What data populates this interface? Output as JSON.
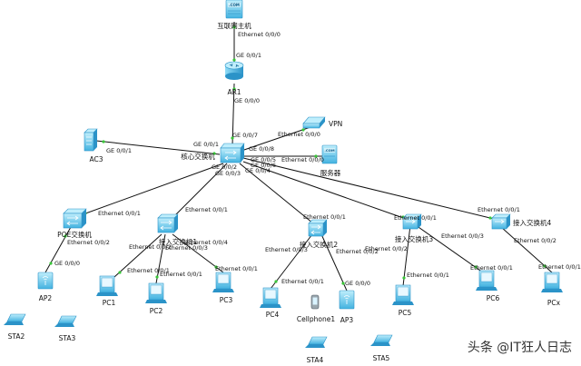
{
  "colors": {
    "link": "#111111",
    "device": "#6fcff0",
    "device_dark": "#3aa6d6",
    "port_dot": "#39c639"
  },
  "devices": {
    "internet_host": {
      "label": "互联网主机",
      "icon": "server-icon",
      "tag": ".COM"
    },
    "ar1": {
      "label": "AR1",
      "icon": "router-icon"
    },
    "core_switch": {
      "label": "核心交换机",
      "icon": "switch-icon"
    },
    "ac3": {
      "label": "AC3",
      "icon": "ac-icon"
    },
    "vpn": {
      "label": "VPN",
      "icon": "vpn-icon"
    },
    "server": {
      "label": "服务器",
      "icon": "server-icon",
      "tag": ".COM"
    },
    "poe_switch": {
      "label": "POE交换机",
      "icon": "switch-icon"
    },
    "access1": {
      "label": "接入交换机1",
      "icon": "switch-icon"
    },
    "access2": {
      "label": "接入交换机2",
      "icon": "switch-icon"
    },
    "access3": {
      "label": "接入交换机3",
      "icon": "switch-icon"
    },
    "access4": {
      "label": "接入交换机4",
      "icon": "switch-icon"
    },
    "ap2": {
      "label": "AP2",
      "icon": "ap-icon"
    },
    "ap3": {
      "label": "AP3",
      "icon": "ap-icon"
    },
    "pc1": {
      "label": "PC1",
      "icon": "pc-icon"
    },
    "pc2": {
      "label": "PC2",
      "icon": "pc-icon"
    },
    "pc3": {
      "label": "PC3",
      "icon": "pc-icon"
    },
    "pc4": {
      "label": "PC4",
      "icon": "pc-icon"
    },
    "pc5": {
      "label": "PC5",
      "icon": "pc-icon"
    },
    "pc6": {
      "label": "PC6",
      "icon": "pc-icon"
    },
    "pcx": {
      "label": "PCx",
      "icon": "pc-icon"
    },
    "cellphone1": {
      "label": "Cellphone1",
      "icon": "cellphone-icon"
    },
    "sta2": {
      "label": "STA2",
      "icon": "laptop-icon"
    },
    "sta3": {
      "label": "STA3",
      "icon": "laptop-icon"
    },
    "sta4": {
      "label": "STA4",
      "icon": "laptop-icon"
    },
    "sta5": {
      "label": "STA5",
      "icon": "laptop-icon"
    }
  },
  "ports": {
    "host_eth": "Ethernet 0/0/0",
    "ar1_top": "GE 0/0/1",
    "ar1_bottom": "GE 0/0/0",
    "core_up": "GE 0/0/7",
    "core_ac": "GE 0/0/1",
    "ac_port": "GE 0/0/1",
    "core_vpn": "GE 0/0/8",
    "vpn_port": "Ethernet 0/0/0",
    "server_port": "Ethernet 0/0/0",
    "core_e1": "GE 0/0/5",
    "core_e2": "GE 0/0/6",
    "core_poe": "GE 0/0/2",
    "core_acc1": "GE 0/0/3",
    "core_acc2": "GE 0/0/4",
    "poe_up": "Ethernet 0/0/1",
    "poe_down": "Ethernet 0/0/2",
    "poe_ap": "GE 0/0/0",
    "acc1_up": "Ethernet 0/0/1",
    "acc1_p2": "Ethernet 0/0/2",
    "acc1_p3": "Ethernet 0/0/3",
    "acc1_p4": "Ethernet 0/0/4",
    "pc1_port": "Ethernet 0/0/1",
    "pc2_port": "Ethernet 0/0/1",
    "pc3_port": "Ethernet 0/0/1",
    "acc2_up": "Ethernet 0/0/1",
    "acc2_p3": "Ethernet 0/0/3",
    "acc2_p2": "Ethernet 0/0/2",
    "pc4_port": "Ethernet 0/0/1",
    "ap3_port": "GE 0/0/0",
    "acc3_up": "Ethernet 0/0/1",
    "acc3_p2": "Ethernet 0/0/2",
    "acc3_p3": "Ethernet 0/0/3",
    "pc5_port": "Ethernet 0/0/1",
    "pc6_port": "Ethernet 0/0/1",
    "acc4_up": "Ethernet 0/0/1",
    "acc4_p2": "Ethernet 0/0/2",
    "pcx_port": "Ethernet 0/0/1"
  },
  "watermark": "头条 @IT狂人日志"
}
